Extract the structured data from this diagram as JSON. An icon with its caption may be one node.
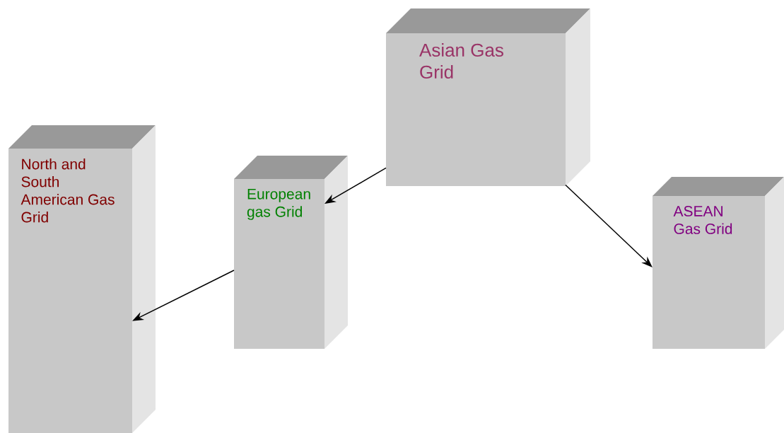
{
  "diagram": {
    "nodes": [
      {
        "text": [
          "Asian Gas Grid"
        ]
      },
      {
        "text": [
          "North and South American Gas Grid"
        ]
      },
      {
        "text": [
          "European gas Grid"
        ]
      },
      {
        "text": [
          "ASEAN Gas Grid"
        ]
      }
    ],
    "edges": [
      {
        "from": 0,
        "to": 2,
        "arrow": "to"
      },
      {
        "from": 2,
        "to": 1,
        "arrow": "to"
      },
      {
        "from": 0,
        "to": 3,
        "arrow": "to"
      }
    ]
  }
}
